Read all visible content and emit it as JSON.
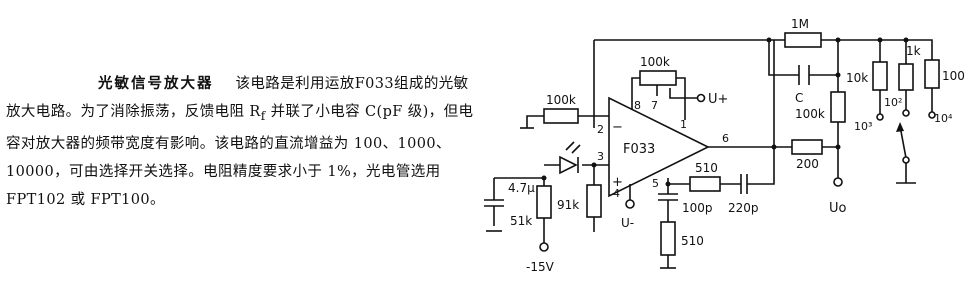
{
  "description": {
    "title": "光敏信号放大器",
    "body": "该电路是利用运放F033组成的光敏放大电路。为了消除振荡，反馈电阻 R",
    "body_sub": "f",
    "body_rest": " 并联了小电容 C(pF 级)，但电容对放大器的频带宽度有影响。该电路的直流增益为 100、1000、10000，可由选择开关选择。电阻精度要求小于 1%，光电管选用 FPT102 或 FPT100。"
  },
  "circuit": {
    "opamp": {
      "name": "F033",
      "minus": "−",
      "plus": "+"
    },
    "pins": {
      "p2": "2",
      "p3": "3",
      "p8": "8",
      "p7": "7",
      "p1": "1",
      "p6": "6",
      "p4": "4",
      "p5": "5"
    },
    "labels": {
      "r_in": "100k",
      "trim": "100k",
      "u_plus": "U+",
      "u_minus": "U-",
      "r_fb": "1M",
      "cap_fb": "C",
      "r_10k": "10k",
      "r_100k_fb": "100k",
      "r_1k": "1k",
      "r_100": "100",
      "r_200": "200",
      "uo": "Uo",
      "cap_47u": "4.7μ",
      "r_51k": "51k",
      "r_91k": "91k",
      "cap_100p": "100p",
      "r_510_h": "510",
      "cap_220p": "220p",
      "r_510_v": "510",
      "neg15": "-15V",
      "g1": "10²",
      "g2": "10³",
      "g3": "10⁴"
    }
  }
}
